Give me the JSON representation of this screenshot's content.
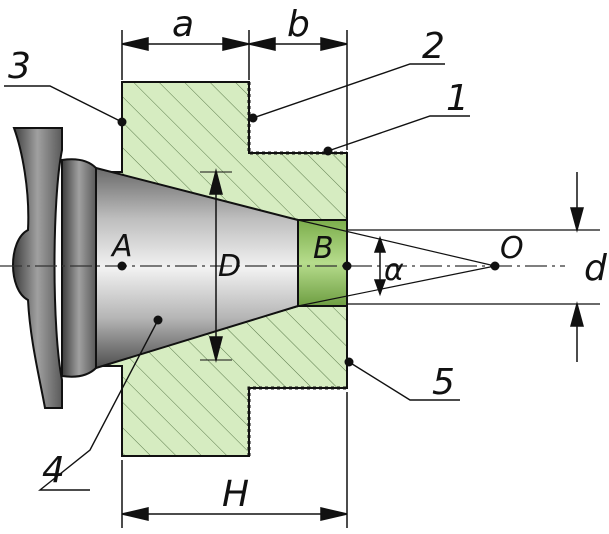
{
  "labels": {
    "num1": "1",
    "num2": "2",
    "num3": "3",
    "num4": "4",
    "num5": "5",
    "a": "a",
    "b": "b",
    "A": "A",
    "B": "B",
    "D": "D",
    "O": "O",
    "d": "d",
    "alpha": "α",
    "H": "H"
  },
  "colors": {
    "hatch_fill": "#d6ecc1",
    "hatch_line": "#4a6a3a",
    "face_fill": "#9ccb6a",
    "outline": "#111111",
    "metal_dark": "#5a5a5a",
    "metal_light": "#e8e8e8"
  }
}
